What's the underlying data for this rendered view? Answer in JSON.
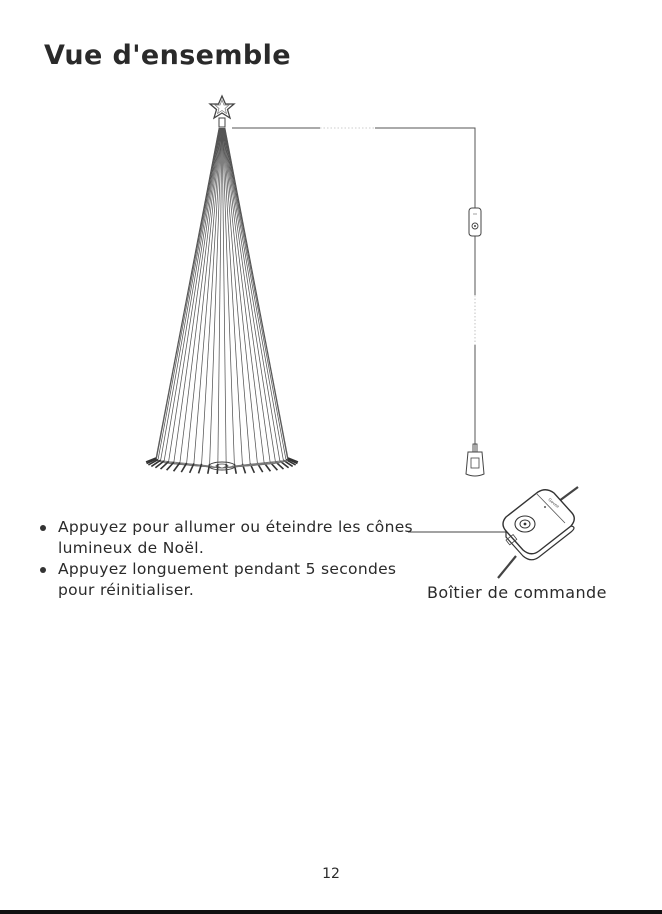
{
  "page": {
    "title": "Vue d'ensemble",
    "page_number": "12"
  },
  "instructions": [
    "Appuyez pour allumer ou éteindre les cônes lumineux de Noël.",
    "Appuyez longuement pendant 5 secondes pour réinitialiser."
  ],
  "callout": {
    "label": "Boîtier de commande"
  },
  "device": {
    "brand_mark": "Govee"
  },
  "colors": {
    "text": "#2a2a2a",
    "line_art": "#444444",
    "background": "#ffffff"
  }
}
